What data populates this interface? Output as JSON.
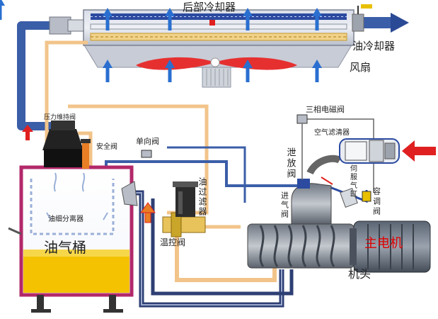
{
  "labels": {
    "aftercooler": "后部冷却器",
    "oil_cooler": "油冷却器",
    "fan": "风扇",
    "min_pressure_valve": "压力维持阀",
    "safety_valve": "安全阀",
    "check_valve": "单向阀",
    "three_phase_solenoid": "三相电磁阀",
    "air_filter": "空气滤清器",
    "blowdown_valve": "泄放阀",
    "servo_cylinder": "伺服气缸",
    "inlet_valve": "进气阀",
    "capacity_valve": "容调阀",
    "oil_filter": "油过滤器",
    "thermostatic_valve": "温控阀",
    "separator": "油细分离器",
    "oil_tank": "油气桶",
    "main_motor": "主电机",
    "airend": "机头"
  },
  "colors": {
    "air_line": "#3b5ea8",
    "oil_line": "#f2c48a",
    "oil_return": "#2e3f74",
    "tank_border": "#b2296a",
    "oil_fill": "#f4c200",
    "arrow_blue": "#2a6fd0",
    "arrow_red": "#e02020",
    "motor_text": "#e00000"
  }
}
